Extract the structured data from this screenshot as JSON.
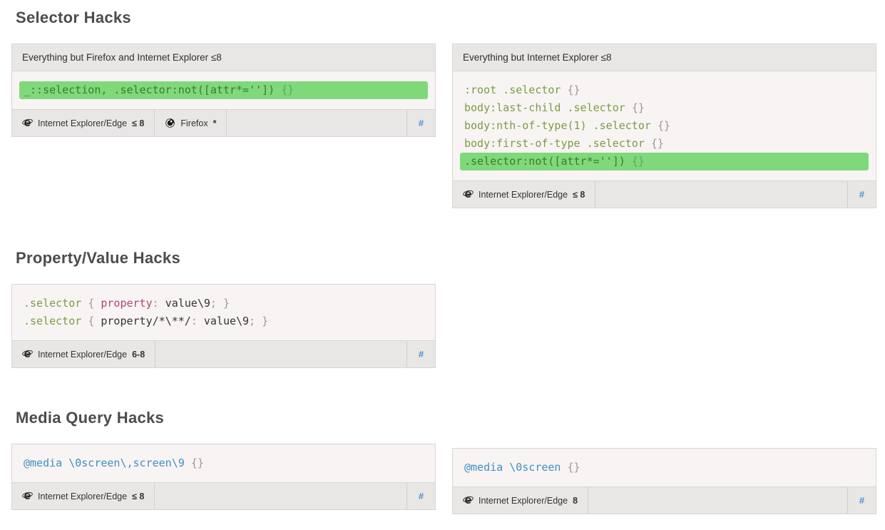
{
  "colors": {
    "highlight_green_bg": "#7fd97b",
    "selector_green": "#7b9c45",
    "property_magenta": "#af4479",
    "media_blue": "#3e8fc7",
    "permalink_blue": "#4a90d9",
    "panel_gray": "#e9e6e6",
    "code_bg": "#f8f4f3"
  },
  "sections": [
    {
      "title": "Selector Hacks",
      "cards": [
        {
          "title": "Everything but Firefox and Internet Explorer ≤8",
          "code_lines": [
            {
              "highlighted": true,
              "tokens": [
                {
                  "text": "_::selection, .selector:not([attr*=''])",
                  "type": "sel"
                },
                {
                  "text": " ",
                  "type": "plain"
                },
                {
                  "text": "{}",
                  "type": "punct"
                }
              ]
            }
          ],
          "browsers": [
            {
              "icon": "ie-icon",
              "name": "Internet Explorer/Edge",
              "version": "≤ 8"
            },
            {
              "icon": "firefox-icon",
              "name": "Firefox",
              "version": "*"
            }
          ],
          "permalink_label": "#"
        },
        {
          "title": "Everything but Internet Explorer ≤8",
          "code_lines": [
            {
              "highlighted": false,
              "tokens": [
                {
                  "text": ":root .selector",
                  "type": "sel"
                },
                {
                  "text": " ",
                  "type": "plain"
                },
                {
                  "text": "{}",
                  "type": "punct"
                }
              ]
            },
            {
              "highlighted": false,
              "tokens": [
                {
                  "text": "body:last-child .selector",
                  "type": "sel"
                },
                {
                  "text": " ",
                  "type": "plain"
                },
                {
                  "text": "{}",
                  "type": "punct"
                }
              ]
            },
            {
              "highlighted": false,
              "tokens": [
                {
                  "text": "body:nth-of-type(1) .selector",
                  "type": "sel"
                },
                {
                  "text": " ",
                  "type": "plain"
                },
                {
                  "text": "{}",
                  "type": "punct"
                }
              ]
            },
            {
              "highlighted": false,
              "tokens": [
                {
                  "text": "body:first-of-type .selector",
                  "type": "sel"
                },
                {
                  "text": " ",
                  "type": "plain"
                },
                {
                  "text": "{}",
                  "type": "punct"
                }
              ]
            },
            {
              "highlighted": true,
              "tokens": [
                {
                  "text": ".selector:not([attr*=''])",
                  "type": "sel"
                },
                {
                  "text": " ",
                  "type": "plain"
                },
                {
                  "text": "{}",
                  "type": "punct"
                }
              ]
            }
          ],
          "browsers": [
            {
              "icon": "ie-icon",
              "name": "Internet Explorer/Edge",
              "version": "≤ 8"
            }
          ],
          "permalink_label": "#"
        }
      ]
    },
    {
      "title": "Property/Value Hacks",
      "cards": [
        {
          "title": "",
          "code_lines": [
            {
              "highlighted": false,
              "tokens": [
                {
                  "text": ".selector",
                  "type": "sel"
                },
                {
                  "text": " ",
                  "type": "plain"
                },
                {
                  "text": "{",
                  "type": "punct"
                },
                {
                  "text": " ",
                  "type": "plain"
                },
                {
                  "text": "property",
                  "type": "prop"
                },
                {
                  "text": ":",
                  "type": "punct"
                },
                {
                  "text": " ",
                  "type": "plain"
                },
                {
                  "text": "value\\9",
                  "type": "value"
                },
                {
                  "text": ";",
                  "type": "punct"
                },
                {
                  "text": " ",
                  "type": "plain"
                },
                {
                  "text": "}",
                  "type": "punct"
                }
              ]
            },
            {
              "highlighted": false,
              "tokens": [
                {
                  "text": ".selector",
                  "type": "sel"
                },
                {
                  "text": " ",
                  "type": "plain"
                },
                {
                  "text": "{",
                  "type": "punct"
                },
                {
                  "text": " ",
                  "type": "plain"
                },
                {
                  "text": "property/*\\**/",
                  "type": "value"
                },
                {
                  "text": ":",
                  "type": "punct"
                },
                {
                  "text": " ",
                  "type": "plain"
                },
                {
                  "text": "value\\9",
                  "type": "value"
                },
                {
                  "text": ";",
                  "type": "punct"
                },
                {
                  "text": " ",
                  "type": "plain"
                },
                {
                  "text": "}",
                  "type": "punct"
                }
              ]
            }
          ],
          "browsers": [
            {
              "icon": "ie-icon",
              "name": "Internet Explorer/Edge",
              "version": "6-8"
            }
          ],
          "permalink_label": "#"
        }
      ]
    },
    {
      "title": "Media Query Hacks",
      "cards": [
        {
          "title": "",
          "code_lines": [
            {
              "highlighted": false,
              "tokens": [
                {
                  "text": "@media \\0screen\\,screen\\9",
                  "type": "media"
                },
                {
                  "text": " ",
                  "type": "plain"
                },
                {
                  "text": "{}",
                  "type": "punct"
                }
              ]
            }
          ],
          "browsers": [
            {
              "icon": "ie-icon",
              "name": "Internet Explorer/Edge",
              "version": "≤ 8"
            }
          ],
          "permalink_label": "#"
        },
        {
          "title": "",
          "code_lines": [
            {
              "highlighted": false,
              "tokens": [
                {
                  "text": "@media \\0screen",
                  "type": "media"
                },
                {
                  "text": " ",
                  "type": "plain"
                },
                {
                  "text": "{}",
                  "type": "punct"
                }
              ]
            }
          ],
          "browsers": [
            {
              "icon": "ie-icon",
              "name": "Internet Explorer/Edge",
              "version": "8"
            }
          ],
          "permalink_label": "#"
        }
      ]
    }
  ]
}
